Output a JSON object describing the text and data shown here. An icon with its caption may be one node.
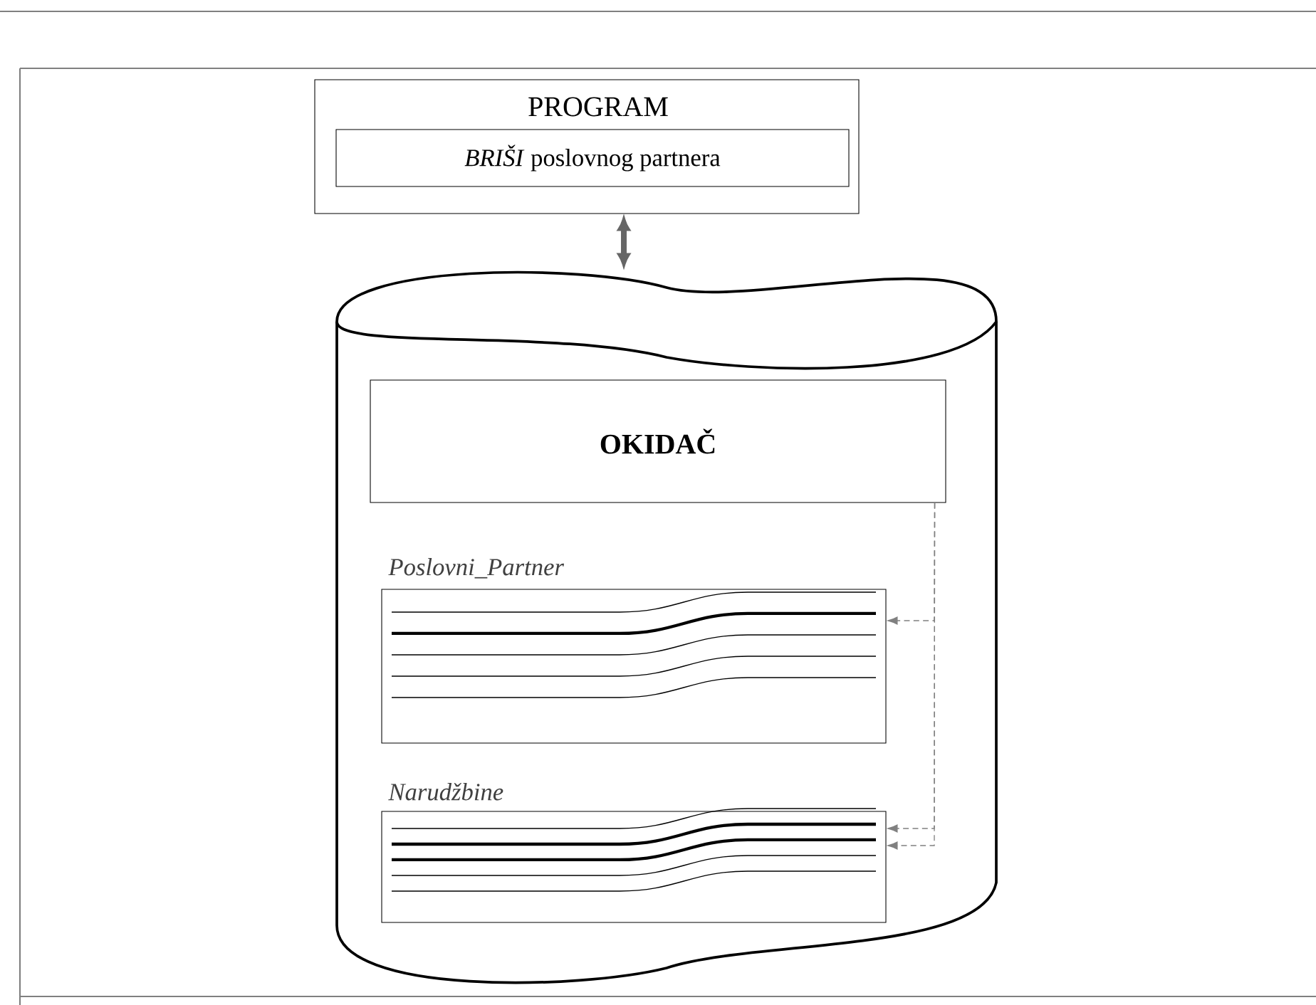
{
  "diagram": {
    "nodes": [
      {
        "text": [
          "PROGRAM"
        ]
      },
      {
        "text": [
          "*BRIŠI* poslovnog partnera"
        ],
        "in": 0
      },
      {
        "text": [],
        "shape": "cylinder"
      },
      {
        "text": [
          "OKIDAČ"
        ],
        "in": 2
      },
      {
        "text": [
          "Poslovni_Partner"
        ],
        "in": 2
      },
      {
        "text": [
          "Narudžbine"
        ],
        "in": 2
      }
    ],
    "edges": [
      {
        "from": 0,
        "to": 2,
        "arrow": "both",
        "style": "thick"
      },
      {
        "from": 3,
        "to": 4,
        "arrow": "to",
        "style": "dashed"
      },
      {
        "from": 3,
        "to": 5,
        "arrow": "to",
        "style": "dashed"
      },
      {
        "from": 3,
        "to": 5,
        "arrow": "to",
        "style": "dashed"
      }
    ]
  }
}
